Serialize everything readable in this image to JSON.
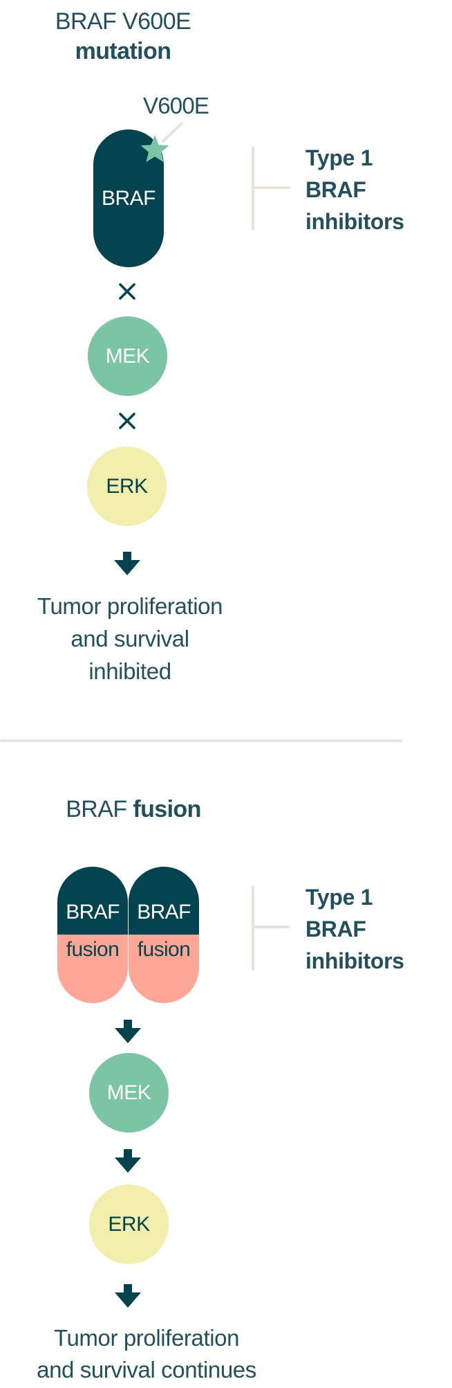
{
  "colors": {
    "text": "#234f5e",
    "braf": "#02434f",
    "mek": "#7bc4a4",
    "erk": "#f2eeab",
    "fusion": "#ffa797",
    "star": "#7bc4a4",
    "divider": "#e8e3df"
  },
  "mutation_panel": {
    "title_line1": "BRAF V600E",
    "title_line2": "mutation",
    "mutation_label": "V600E",
    "braf_label": "BRAF",
    "mek_label": "MEK",
    "erk_label": "ERK",
    "connector_1": "blocked-x-icon",
    "connector_2": "blocked-x-icon",
    "inhibitor": {
      "line1": "Type 1",
      "line2": "BRAF",
      "line3": "inhibitors"
    },
    "outcome": {
      "line1": "Tumor proliferation",
      "line2": "and survival",
      "line3": "inhibited"
    }
  },
  "fusion_panel": {
    "title_regular": "BRAF",
    "title_bold": "fusion",
    "left_top": "BRAF",
    "left_bottom": "fusion",
    "right_top": "BRAF",
    "right_bottom": "fusion",
    "mek_label": "MEK",
    "erk_label": "ERK",
    "connector_1": "down-arrow-icon",
    "connector_2": "down-arrow-icon",
    "connector_3": "down-arrow-icon",
    "inhibitor": {
      "line1": "Type 1",
      "line2": "BRAF",
      "line3": "inhibitors"
    },
    "outcome": {
      "line1": "Tumor proliferation",
      "line2": "and survival continues"
    }
  }
}
